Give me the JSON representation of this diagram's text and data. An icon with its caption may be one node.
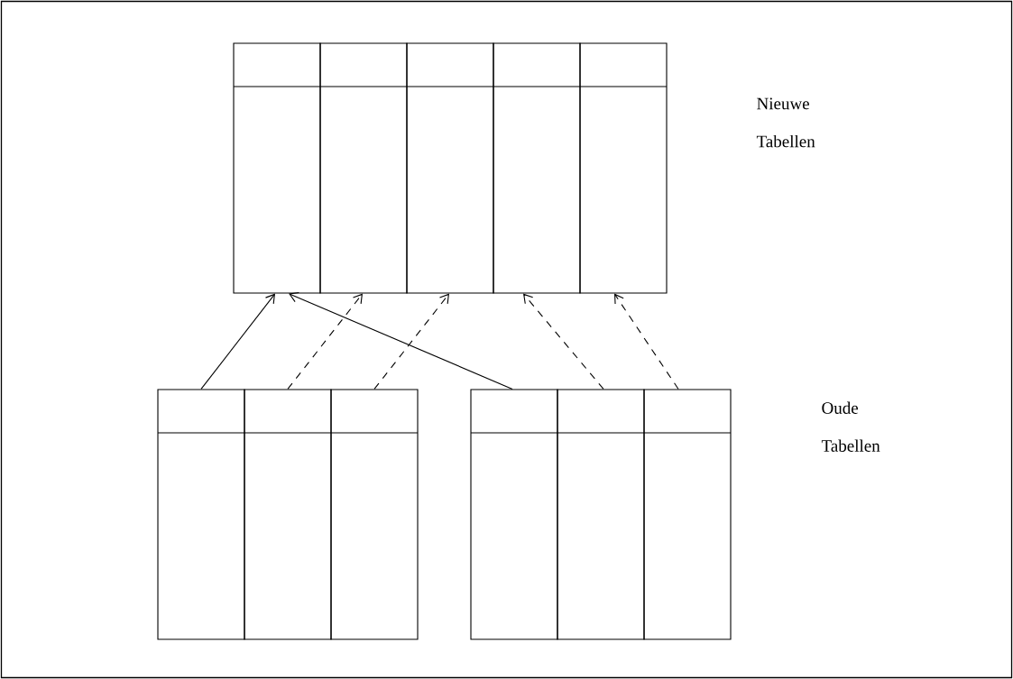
{
  "diagram": {
    "nodes": [
      {
        "text": [],
        "shape": "box"
      },
      {
        "text": [],
        "shape": "box"
      },
      {
        "text": [],
        "shape": "box"
      },
      {
        "text": [],
        "shape": "box"
      },
      {
        "text": [],
        "shape": "box"
      },
      {
        "text": [],
        "shape": "box"
      },
      {
        "text": [],
        "shape": "box"
      },
      {
        "text": [],
        "shape": "box"
      },
      {
        "text": [],
        "shape": "box"
      },
      {
        "text": [],
        "shape": "box"
      },
      {
        "text": [],
        "shape": "box"
      }
    ],
    "edges": [
      {
        "from": 5,
        "to": 0,
        "arrow": "to"
      },
      {
        "from": 6,
        "to": 1,
        "arrow": "to",
        "style": "dashed"
      },
      {
        "from": 7,
        "to": 2,
        "arrow": "to",
        "style": "dashed"
      },
      {
        "from": 8,
        "to": 0,
        "arrow": "to"
      },
      {
        "from": 9,
        "to": 3,
        "arrow": "to",
        "style": "dashed"
      },
      {
        "from": 10,
        "to": 4,
        "arrow": "to",
        "style": "dashed"
      }
    ],
    "labels": [
      "Nieuwe Tabellen",
      "Oude Tabellen"
    ]
  }
}
